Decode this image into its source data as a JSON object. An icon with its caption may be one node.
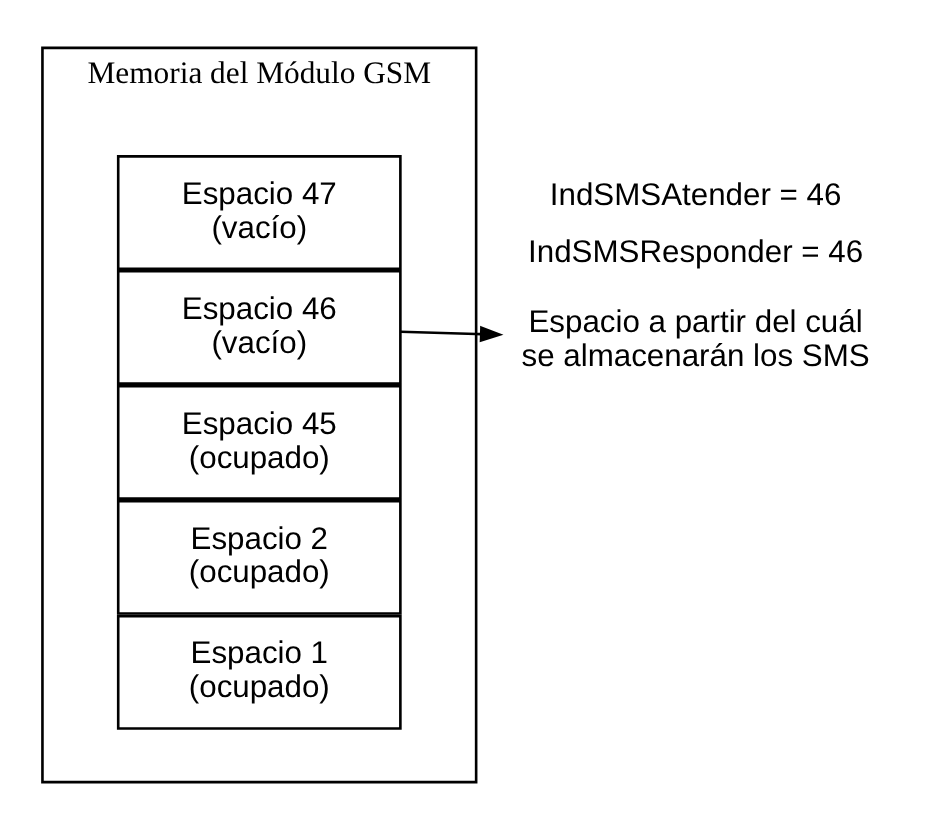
{
  "diagram": {
    "nodes": [
      {
        "text": [
          "Memoria del Módulo GSM"
        ]
      },
      {
        "text": [
          "Espacio 1 (ocupado)"
        ],
        "in": 0
      },
      {
        "text": [
          "Espacio 2 (ocupado)"
        ],
        "in": 0
      },
      {
        "text": [
          "Espacio 45 (ocupado)"
        ],
        "in": 0
      },
      {
        "text": [
          "Espacio 46 (vacío)"
        ],
        "in": 0
      },
      {
        "text": [
          "Espacio 47 (vacío)"
        ],
        "in": 0
      },
      {
        "text": [
          "Espacio a partir del cuál se almacenarán los SMS"
        ]
      }
    ],
    "edges": [
      {
        "from": 4,
        "to": 6,
        "arrow": "to"
      }
    ],
    "labels": [
      "IndSMSAtender = 46",
      "IndSMSResponder = 46"
    ]
  }
}
